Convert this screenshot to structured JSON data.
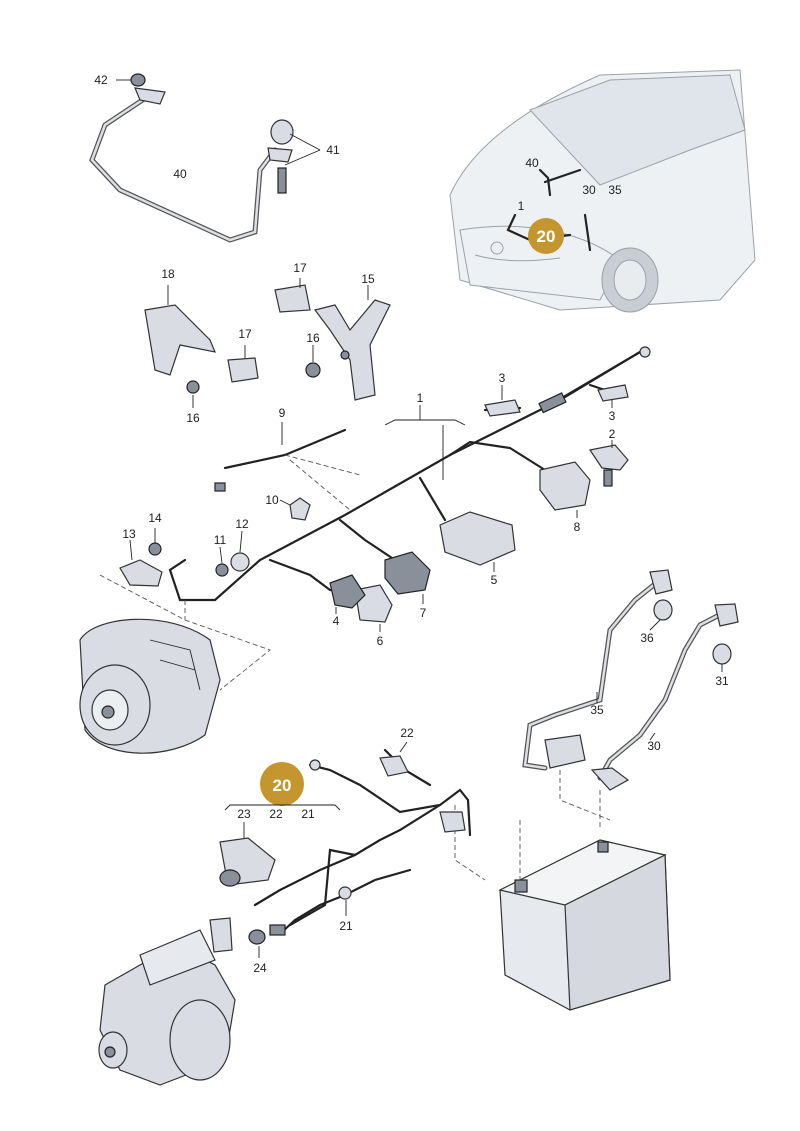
{
  "labels": {
    "badge_car": "20",
    "badge_main": "20",
    "car_40": "40",
    "car_30": "30",
    "car_35": "35",
    "car_1": "1",
    "l42": "42",
    "l40": "40",
    "l41": "41",
    "l18": "18",
    "l17a": "17",
    "l17b": "17",
    "l15": "15",
    "l16a": "16",
    "l16b": "16",
    "l1": "1",
    "l9": "9",
    "l3a": "3",
    "l3b": "3",
    "l2": "2",
    "l8": "8",
    "l5": "5",
    "l7": "7",
    "l6": "6",
    "l4": "4",
    "l10": "10",
    "l11": "11",
    "l12": "12",
    "l13": "13",
    "l14": "14",
    "l35": "35",
    "l36": "36",
    "l30": "30",
    "l31": "31",
    "l22a": "22",
    "l22b": "22",
    "l23": "23",
    "l21a": "21",
    "l21b": "21",
    "l24": "24"
  },
  "colors": {
    "highlight": "#c5962e",
    "line": "#222222",
    "part_fill": "#d9dde3"
  }
}
